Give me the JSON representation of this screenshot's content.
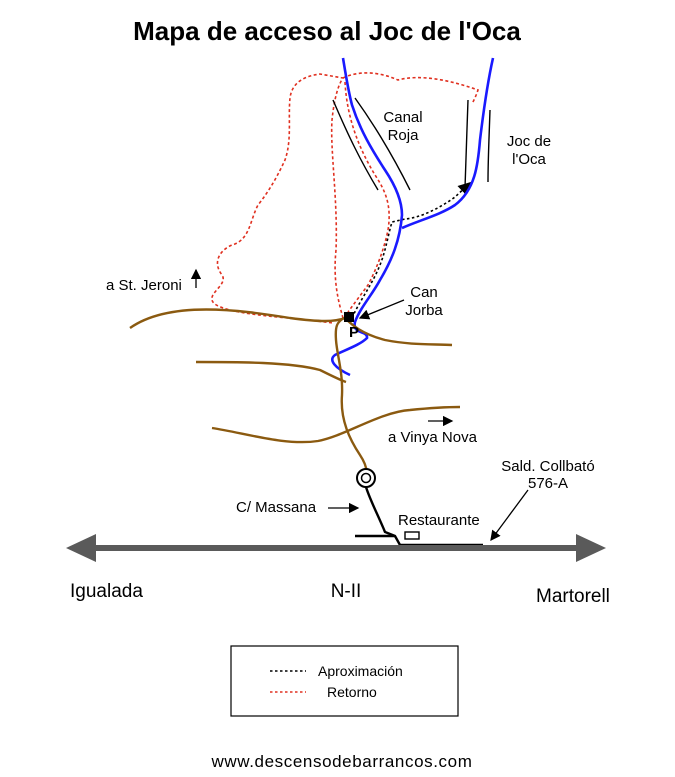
{
  "title": "Mapa de acceso al Joc de l'Oca",
  "labels": {
    "canal_roja_1": "Canal",
    "canal_roja_2": "Roja",
    "joc_oca_1": "Joc de",
    "joc_oca_2": "l'Oca",
    "st_jeroni": "a St. Jeroni",
    "can_jorba_1": "Can",
    "can_jorba_2": "Jorba",
    "parking": "P",
    "vinya_nova": "a Vinya Nova",
    "sald_1": "Sald. Collbató",
    "sald_2": "576-A",
    "massana": "C/ Massana",
    "restaurante": "Restaurante",
    "igualada": "Igualada",
    "n2": "N-II",
    "martorell": "Martorell"
  },
  "legend": {
    "approach": "Aproximación",
    "return": "Retorno"
  },
  "colors": {
    "river": "#1a1aff",
    "road": "#8b5a10",
    "return_path": "#e03020",
    "approach_path": "#000000",
    "highway": "#5a5a5a"
  },
  "footer": "www.descensodebarrancos.com"
}
